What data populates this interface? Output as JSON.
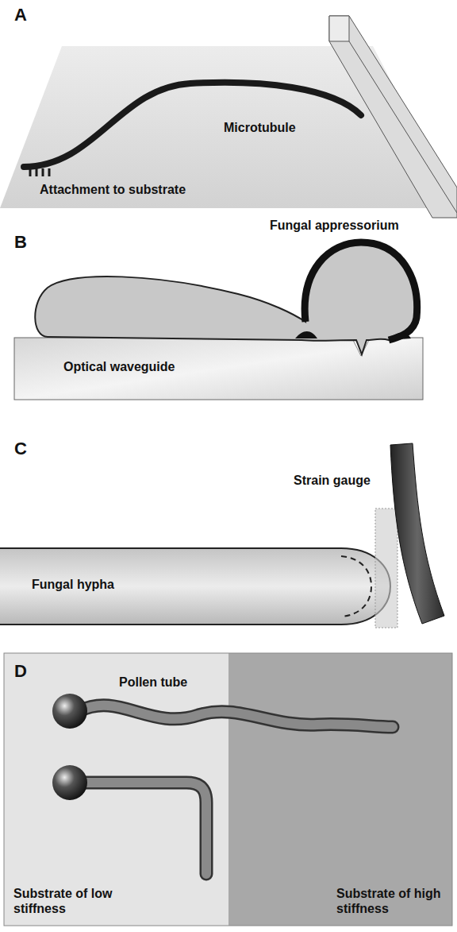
{
  "diagram": {
    "nodes": [
      {
        "text": [
          "Optical waveguide"
        ]
      },
      {
        "text": [
          "Fungal hypha"
        ]
      },
      {
        "text": [
          "Substrate of low stiffness"
        ]
      },
      {
        "text": [
          "Substrate of high stiffness"
        ]
      }
    ],
    "labels": [
      "A",
      "Microtubule",
      "Attachment to substrate",
      "B",
      "Fungal appressorium",
      "C",
      "Strain gauge",
      "D",
      "Pollen tube"
    ]
  }
}
